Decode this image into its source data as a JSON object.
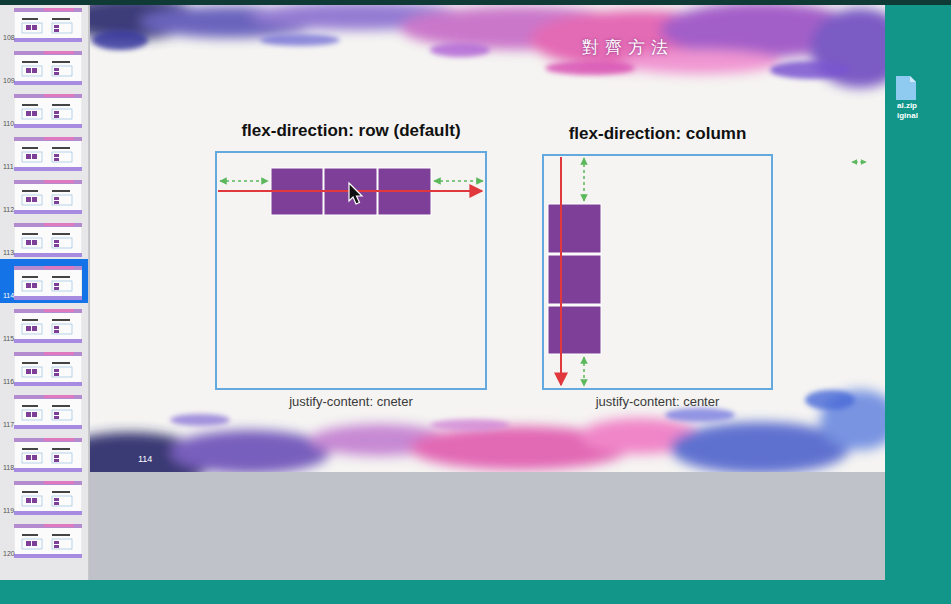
{
  "diagram": {
    "title": "對齊方法",
    "nodes": [
      {
        "text": [
          "flex-direction: row (default)",
          "justify-content: cneter"
        ]
      },
      {
        "text": [
          "flex-direction: column",
          "justify-content: center"
        ]
      }
    ],
    "labels": [
      "108",
      "109",
      "110",
      "111",
      "112",
      "113",
      "114",
      "115",
      "116",
      "117",
      "118",
      "119",
      "120",
      "114",
      "al.zip",
      "iginal"
    ]
  }
}
